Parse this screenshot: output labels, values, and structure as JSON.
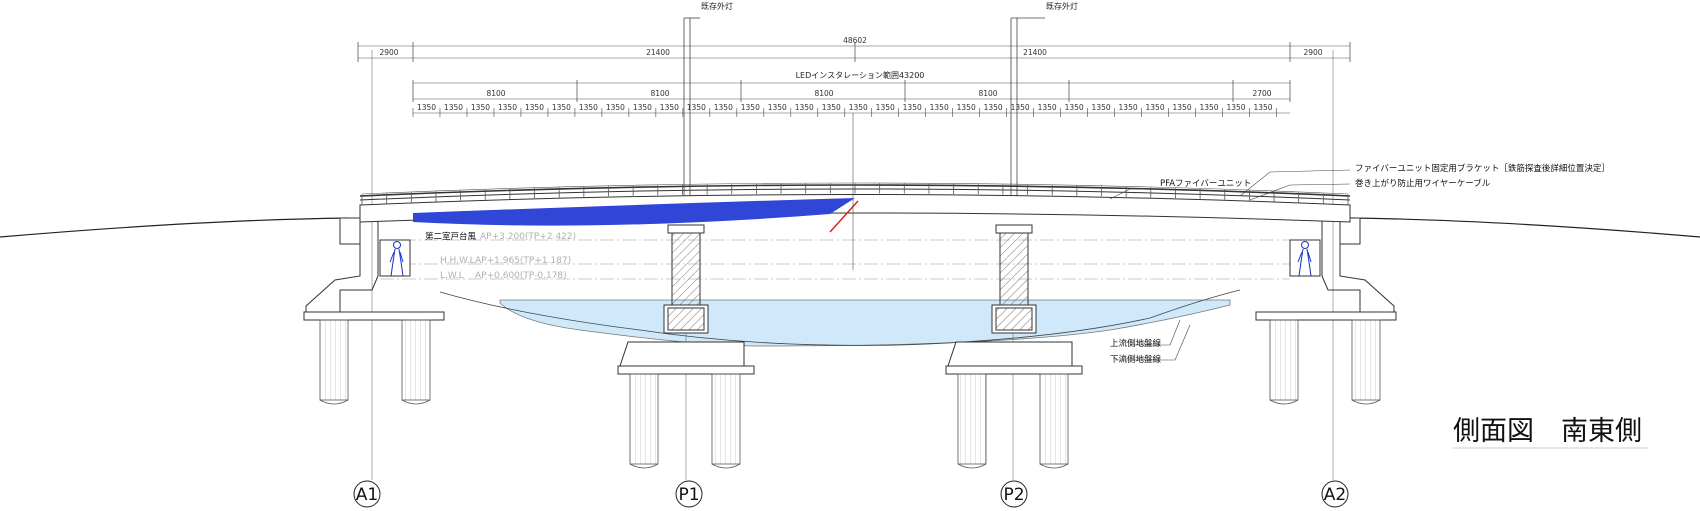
{
  "lamp_label": "既存外灯",
  "dims": {
    "overall": "48602",
    "row1": [
      "2900",
      "21400",
      "21400",
      "2900"
    ],
    "led_range": "LEDインスタレーション範囲43200",
    "row3": [
      "8100",
      "8100",
      "8100",
      "8100",
      "2700"
    ],
    "unit": "1350",
    "unit_count": 32
  },
  "notes": {
    "bracket": "ファイバーユニット固定用ブラケット［鉄筋探査後詳細位置決定］",
    "wire": "巻き上がり防止用ワイヤーケーブル",
    "fiber_unit": "PFAファイバーユニット",
    "upstream": "上流側地盤線",
    "downstream": "下流側地盤線"
  },
  "water_levels": {
    "typhoon": "第二室戸台風",
    "typhoon_value": "AP+3.200(TP+2.422)",
    "hhwl": "H.H.W.L",
    "hhwl_value": "AP+1.965(TP+1.187)",
    "lwl": "L.W.L",
    "lwl_value": "AP+0.600(TP-0.178)"
  },
  "axes": [
    "A1",
    "P1",
    "P2",
    "A2"
  ],
  "title": "側面図　南東側",
  "colors": {
    "led_band": "#2f46d6",
    "water": "#cfe9fb",
    "cut_line": "#e02020",
    "line": "#333333"
  }
}
